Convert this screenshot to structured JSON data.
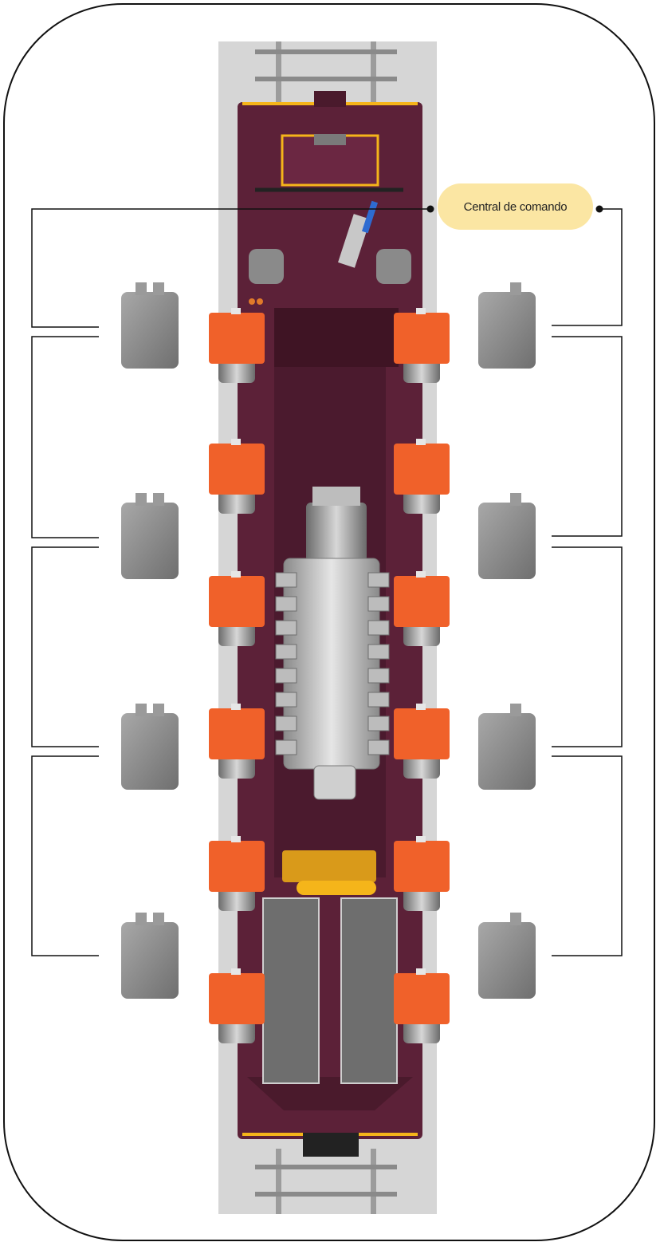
{
  "label": "Central de comando",
  "colors": {
    "train_body": "#5c2138",
    "ballast": "#d9d9d9",
    "sensor_orange": "#f0612a",
    "gateway_gray": "#8d8d8d",
    "label_bg": "#fbe6a3",
    "accent_yellow": "#f5b51a"
  },
  "sensor_count": 12,
  "gateway_count": 8
}
